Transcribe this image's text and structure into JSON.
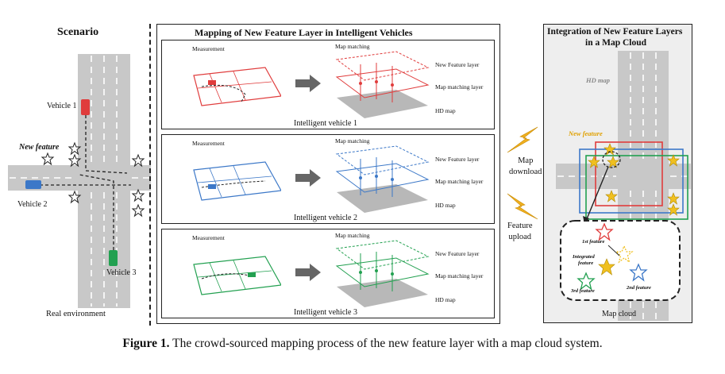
{
  "scenario": {
    "title": "Scenario",
    "vehicle1": "Vehicle 1",
    "vehicle2": "Vehicle 2",
    "vehicle3": "Vehicle 3",
    "new_feature": "New feature",
    "footer": "Real environment"
  },
  "mapping": {
    "title": "Mapping of New Feature Layer in Intelligent Vehicles",
    "panels": [
      {
        "measurement": "Measurement",
        "map_matching": "Map matching",
        "new_feature_layer": "New Feature layer",
        "matching_layer": "Map matching layer",
        "hd_map": "HD map",
        "caption": "Intelligent vehicle 1",
        "color": "#e03c3c"
      },
      {
        "measurement": "Measurement",
        "map_matching": "Map matching",
        "new_feature_layer": "New Feature layer",
        "matching_layer": "Map matching layer",
        "hd_map": "HD map",
        "caption": "Intelligent vehicle 2",
        "color": "#3c78c8"
      },
      {
        "measurement": "Measurement",
        "map_matching": "Map matching",
        "new_feature_layer": "New Feature layer",
        "matching_layer": "Map matching layer",
        "hd_map": "HD map",
        "caption": "Intelligent vehicle 3",
        "color": "#22a050"
      }
    ]
  },
  "transfer": {
    "download": "Map\ndownload",
    "upload": "Feature\nupload"
  },
  "cloud": {
    "title_line1": "Integration of New Feature Layers",
    "title_line2": "in a Map Cloud",
    "hd_map": "HD map",
    "new_feature": "New feature",
    "feature1": "1st feature",
    "feature2": "2nd feature",
    "feature3": "3rd feature",
    "integrated_line1": "Integrated",
    "integrated_line2": "feature",
    "footer": "Map cloud"
  },
  "caption": {
    "label": "Figure 1.",
    "text": " The crowd-sourced mapping process of the new feature layer with a map cloud system."
  },
  "colors": {
    "red": "#e03c3c",
    "blue": "#3c78c8",
    "green": "#22a050",
    "yellow": "#f0c020",
    "road": "#c8c8c8"
  }
}
